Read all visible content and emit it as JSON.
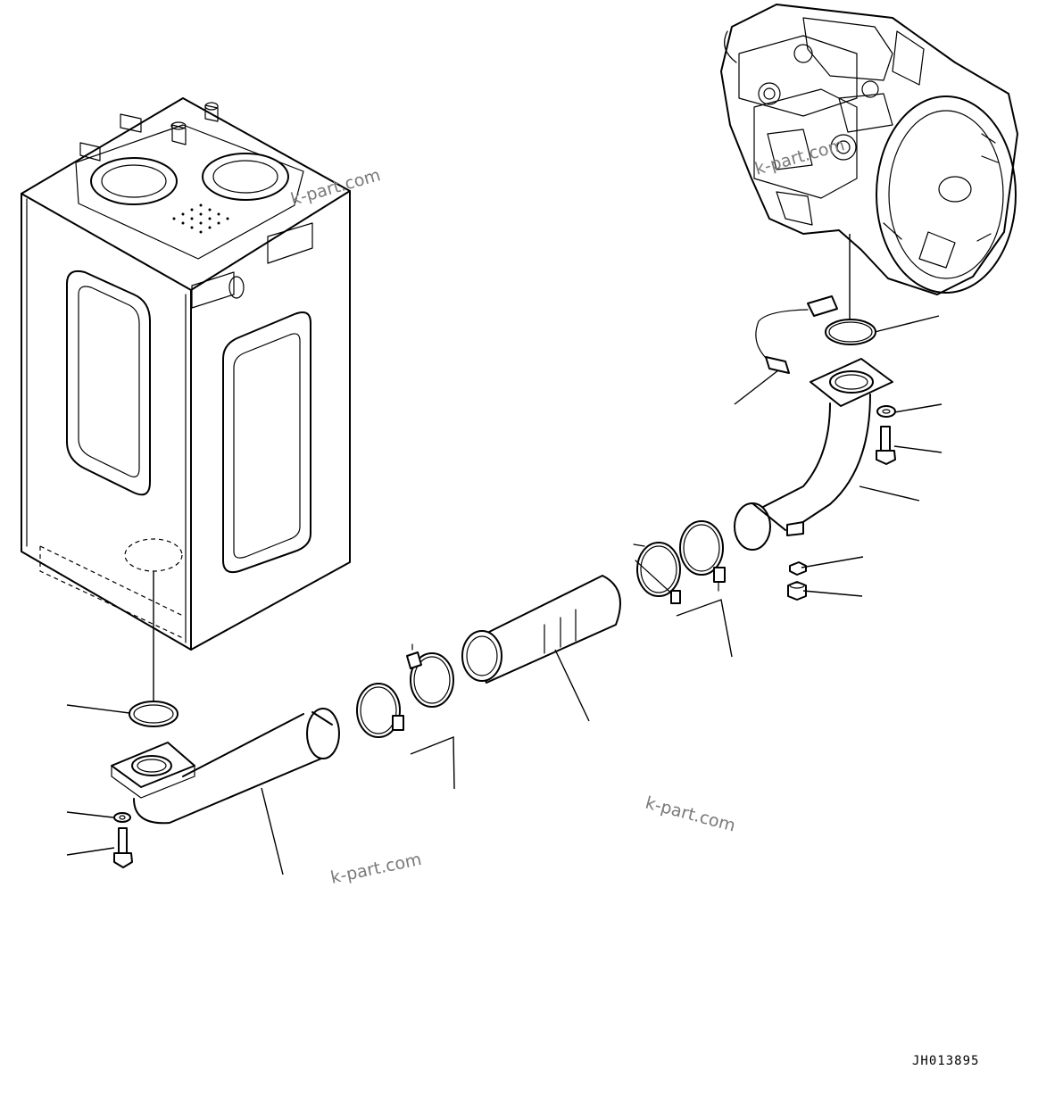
{
  "drawing": {
    "code": "JH013895",
    "watermarks": [
      "k-part.com",
      "k-part.com",
      "k-part.com",
      "k-part.com"
    ]
  }
}
